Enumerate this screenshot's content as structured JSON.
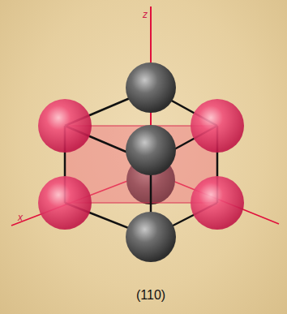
{
  "diagram": {
    "caption": "(110)",
    "labels": [
      "z",
      "x"
    ]
  }
}
